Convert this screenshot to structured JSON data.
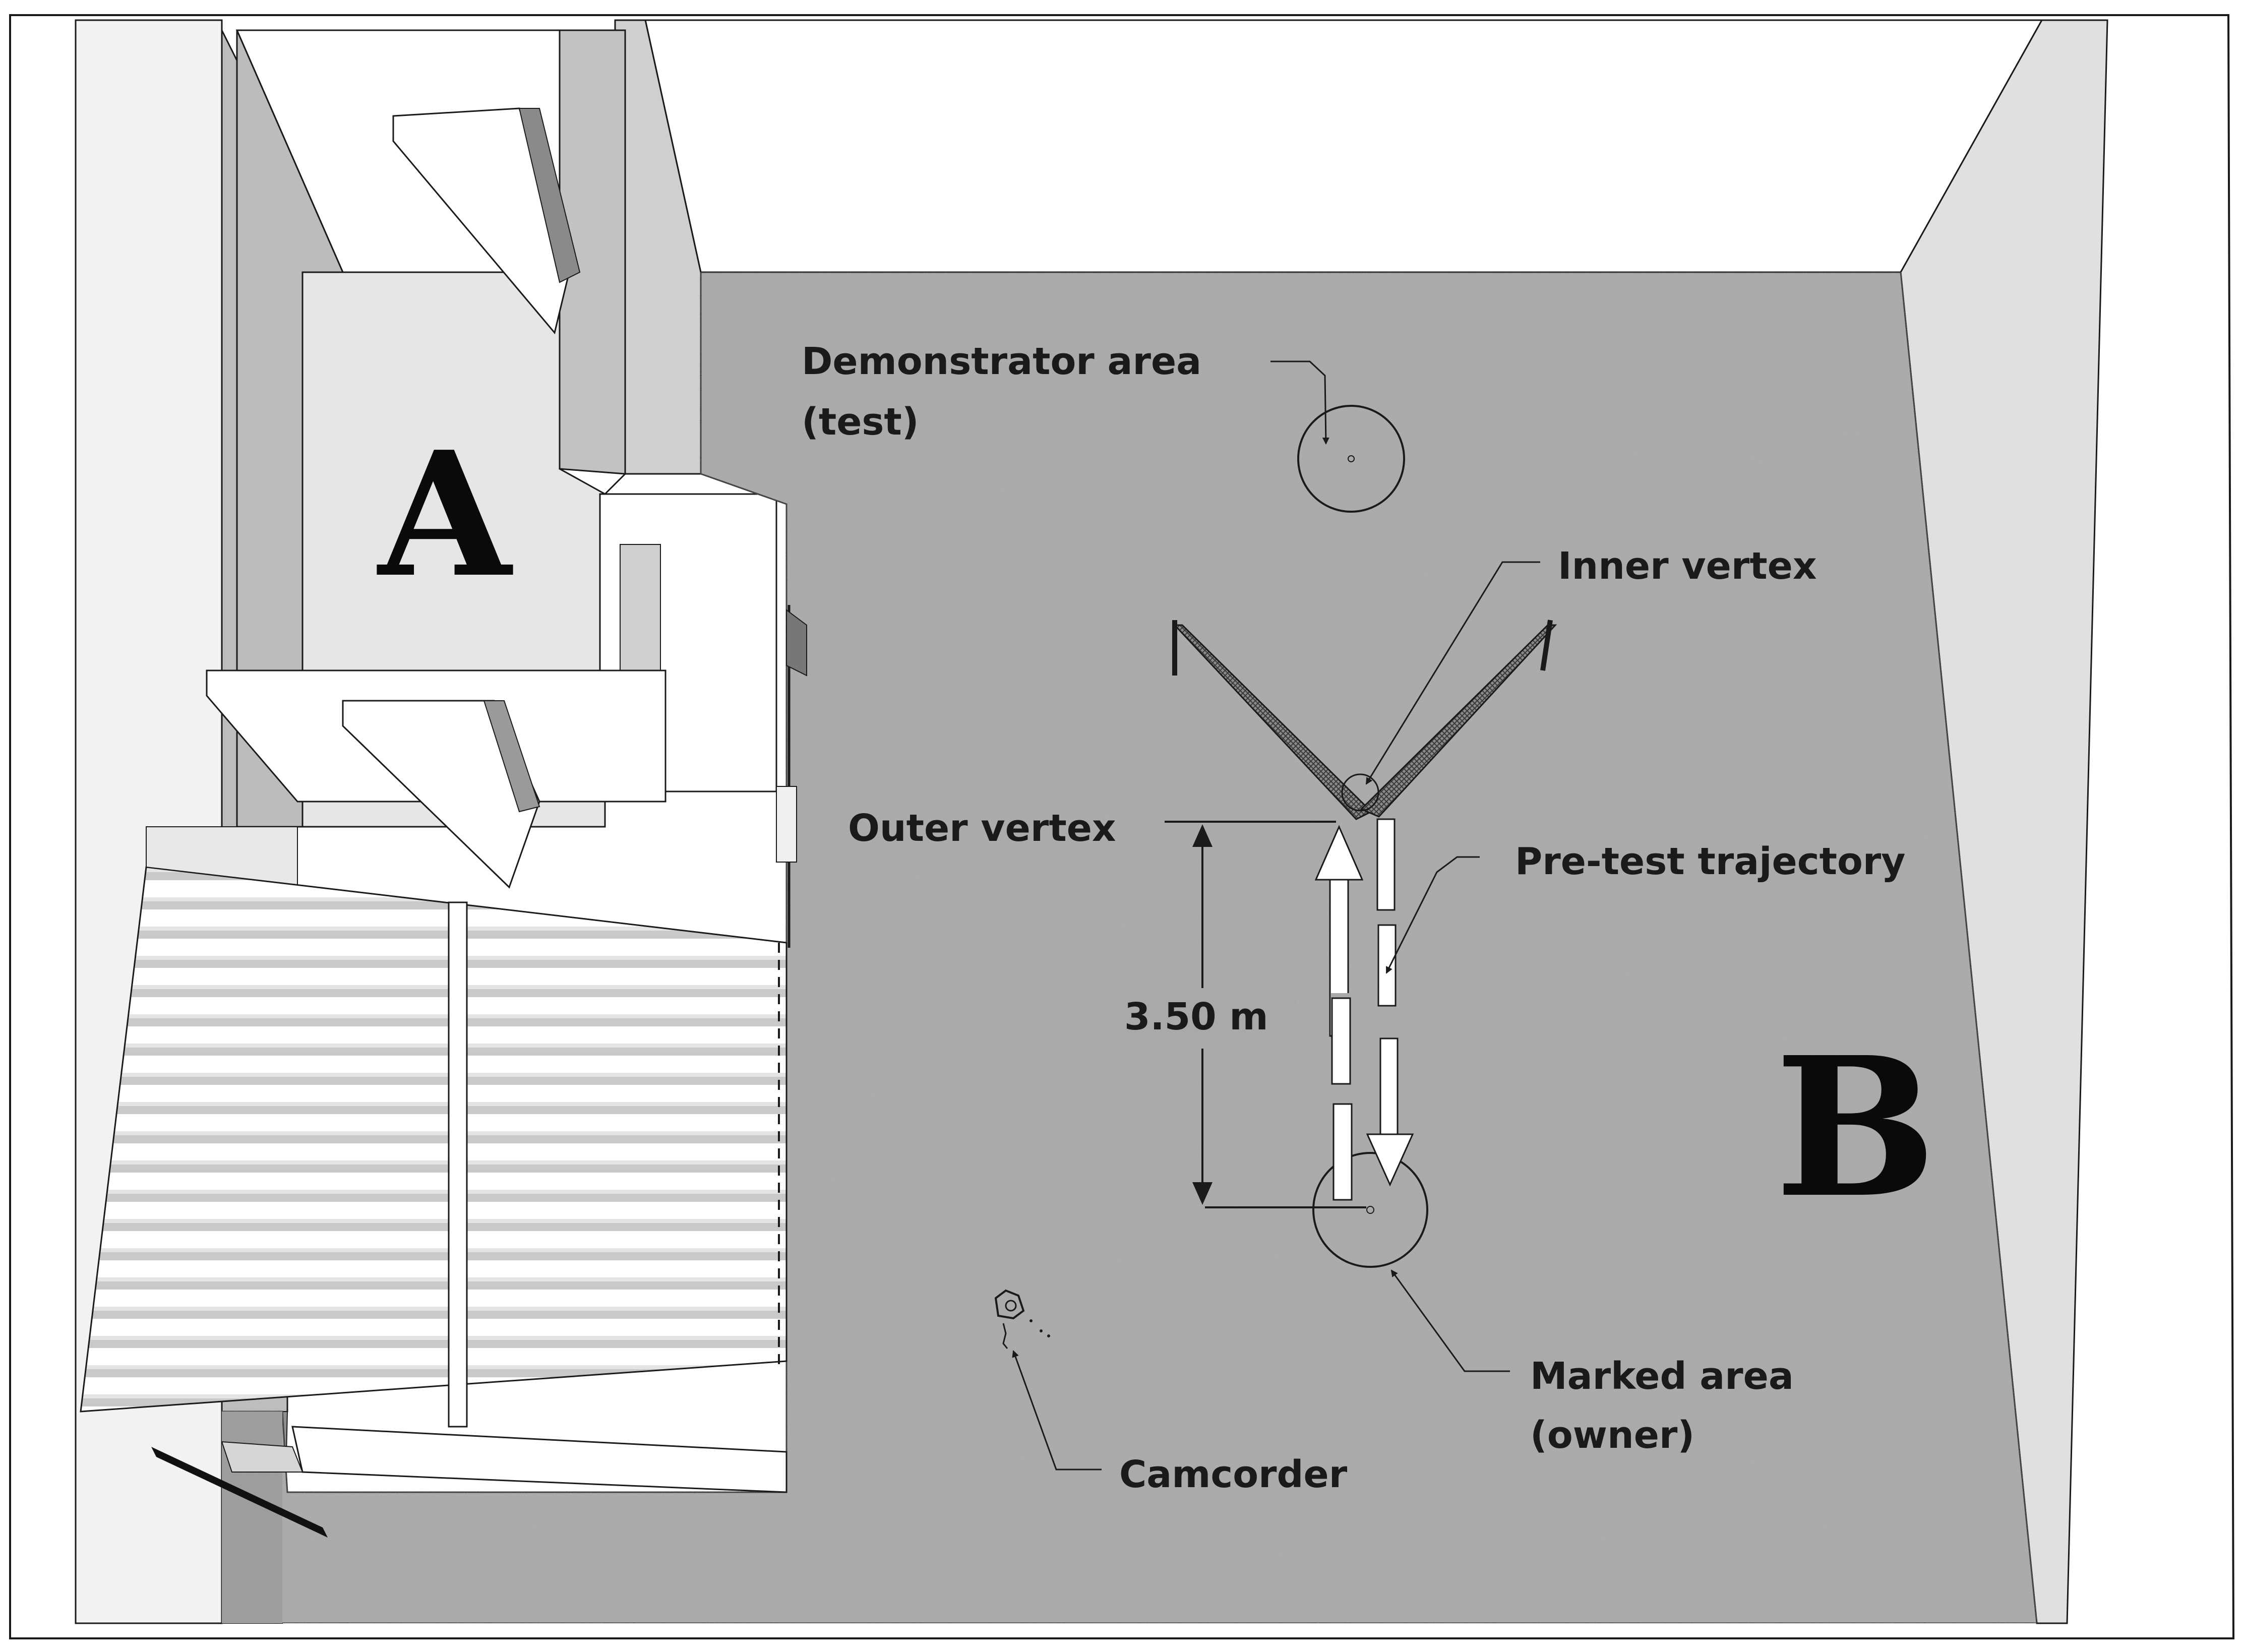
{
  "rooms": {
    "room_a": "A",
    "room_b": "B"
  },
  "labels": {
    "demonstrator_line1": "Demonstrator area",
    "demonstrator_line2": "(test)",
    "inner_vertex": "Inner vertex",
    "outer_vertex": "Outer vertex",
    "pretest_trajectory": "Pre-test trajectory",
    "distance": "3.50 m",
    "marked_line1": "Marked area",
    "marked_line2": "(owner)",
    "camcorder": "Camcorder"
  },
  "colors": {
    "floor": "#a9a9a9",
    "wall_top": "#ffffff",
    "wall_shade": "#d8d8d8",
    "room_a_floor": "#e6e6e6",
    "outline": "#1a1a1a"
  }
}
